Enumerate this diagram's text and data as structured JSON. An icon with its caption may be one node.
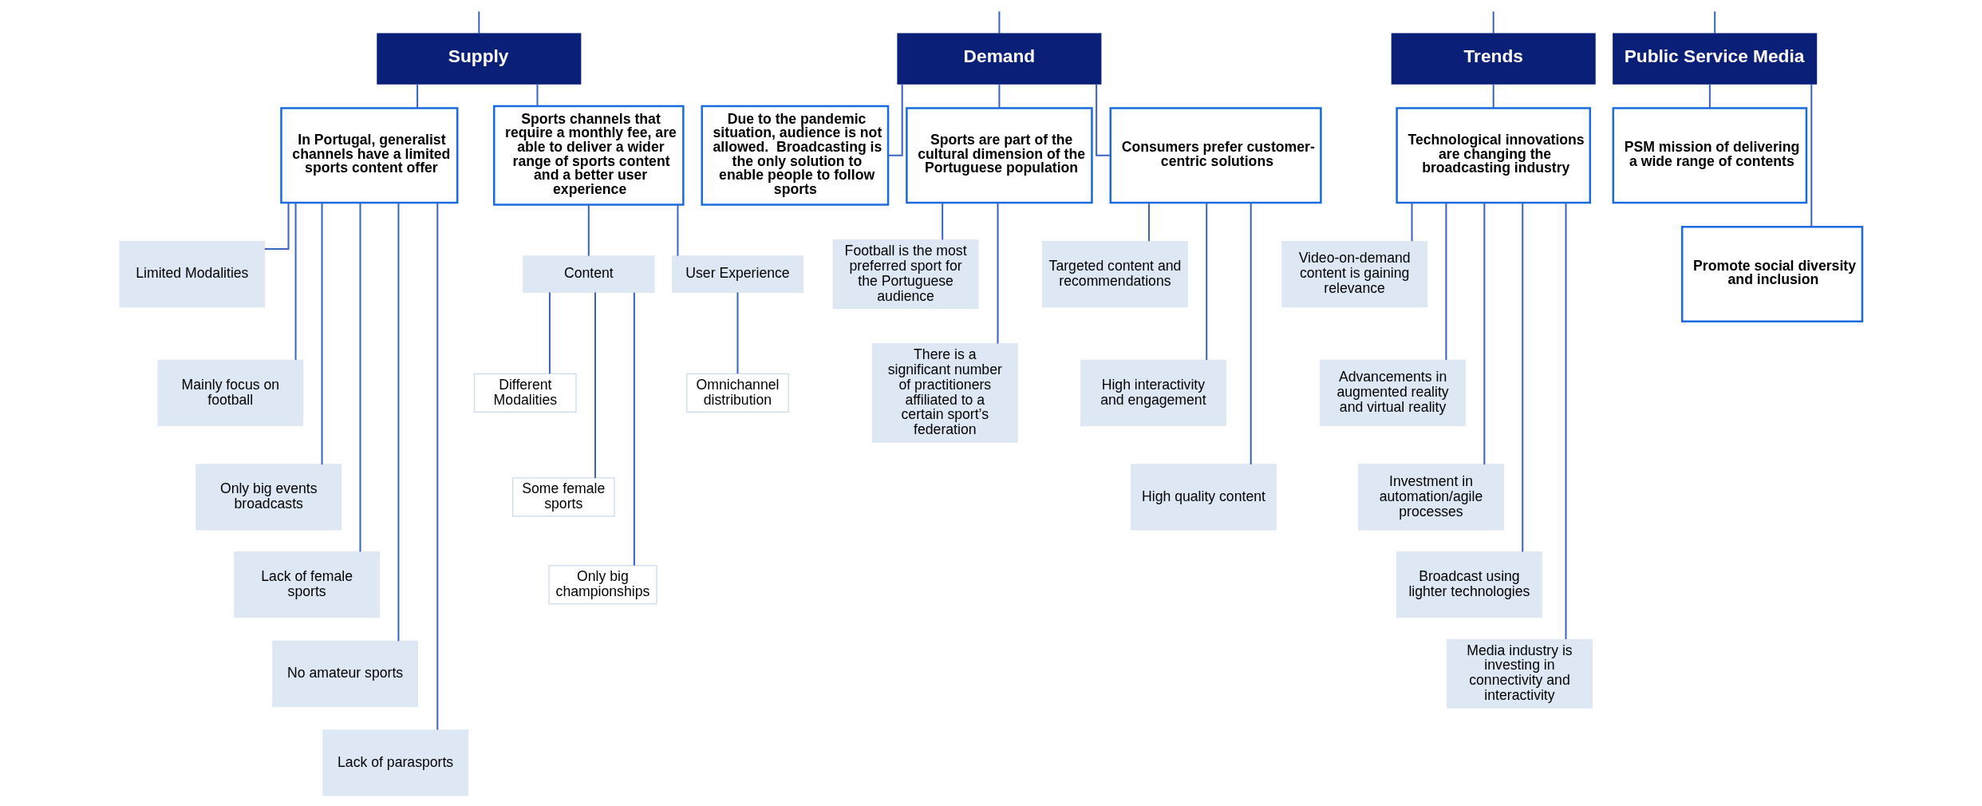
{
  "diagram": {
    "nodes": [
      {
        "text": [
          "Supply"
        ]
      },
      {
        "text": [
          "In Portugal, generalist channels have a limited sports content offer"
        ]
      },
      {
        "text": [
          "Sports channels that require a monthly fee, are able to deliver a wider range of sports content and a better user experience"
        ]
      },
      {
        "text": [
          "Limited Modalities"
        ]
      },
      {
        "text": [
          "Mainly focus on football"
        ]
      },
      {
        "text": [
          "Only big events broadcasts"
        ]
      },
      {
        "text": [
          "Lack of female sports"
        ]
      },
      {
        "text": [
          "No amateur sports"
        ]
      },
      {
        "text": [
          "Lack of parasports"
        ]
      },
      {
        "text": [
          "Content"
        ]
      },
      {
        "text": [
          "User Experience"
        ]
      },
      {
        "text": [
          "Different Modalities"
        ]
      },
      {
        "text": [
          "Some female sports"
        ]
      },
      {
        "text": [
          "Only big championships"
        ]
      },
      {
        "text": [
          "Omnichannel distribution"
        ]
      },
      {
        "text": [
          "Demand"
        ]
      },
      {
        "text": [
          "Due to the pandemic situation, audience is not allowed.  Broadcasting is the only solution to enable people to follow sports"
        ]
      },
      {
        "text": [
          "Sports are part of the cultural dimension of the Portuguese population"
        ]
      },
      {
        "text": [
          "Consumers prefer customer-centric solutions"
        ]
      },
      {
        "text": [
          "Football is the most preferred sport for the Portuguese audience"
        ]
      },
      {
        "text": [
          "There is a significant number of practitioners affiliated to a certain sport’s federation"
        ]
      },
      {
        "text": [
          "Targeted content and recommendations"
        ]
      },
      {
        "text": [
          "High interactivity and engagement"
        ]
      },
      {
        "text": [
          "High quality content"
        ]
      },
      {
        "text": [
          "Trends"
        ]
      },
      {
        "text": [
          "Technological innovations are changing the broadcasting industry"
        ]
      },
      {
        "text": [
          "Video-on-demand content is gaining relevance"
        ]
      },
      {
        "text": [
          "Advancements in augmented reality and virtual reality"
        ]
      },
      {
        "text": [
          "Investment in automation/agile processes"
        ]
      },
      {
        "text": [
          "Broadcast using lighter technologies"
        ]
      },
      {
        "text": [
          "Media industry is investing in connectivity and interactivity"
        ]
      },
      {
        "text": [
          "Public Service Media"
        ]
      },
      {
        "text": [
          "PSM mission of delivering a wide range of contents"
        ]
      },
      {
        "text": [
          "Promote social diversity and inclusion"
        ]
      }
    ],
    "edges": [
      {
        "from": null,
        "to": 0,
        "arrow": "none"
      },
      {
        "from": null,
        "to": 15,
        "arrow": "none"
      },
      {
        "from": null,
        "to": 24,
        "arrow": "none"
      },
      {
        "from": null,
        "to": 31,
        "arrow": "none"
      },
      {
        "from": 0,
        "to": 1,
        "arrow": "none"
      },
      {
        "from": 0,
        "to": 2,
        "arrow": "none"
      },
      {
        "from": 1,
        "to": 3,
        "arrow": "none"
      },
      {
        "from": 1,
        "to": 4,
        "arrow": "none"
      },
      {
        "from": 1,
        "to": 5,
        "arrow": "none"
      },
      {
        "from": 1,
        "to": 6,
        "arrow": "none"
      },
      {
        "from": 1,
        "to": 7,
        "arrow": "none"
      },
      {
        "from": 1,
        "to": 8,
        "arrow": "none"
      },
      {
        "from": 2,
        "to": 9,
        "arrow": "none"
      },
      {
        "from": 2,
        "to": 10,
        "arrow": "none"
      },
      {
        "from": 9,
        "to": 11,
        "arrow": "none"
      },
      {
        "from": 9,
        "to": 12,
        "arrow": "none"
      },
      {
        "from": 9,
        "to": 13,
        "arrow": "none"
      },
      {
        "from": 10,
        "to": 14,
        "arrow": "none"
      },
      {
        "from": 15,
        "to": 16,
        "arrow": "none"
      },
      {
        "from": 15,
        "to": 17,
        "arrow": "none"
      },
      {
        "from": 15,
        "to": 18,
        "arrow": "none"
      },
      {
        "from": 17,
        "to": 19,
        "arrow": "none"
      },
      {
        "from": 17,
        "to": 20,
        "arrow": "none"
      },
      {
        "from": 18,
        "to": 21,
        "arrow": "none"
      },
      {
        "from": 18,
        "to": 22,
        "arrow": "none"
      },
      {
        "from": 18,
        "to": 23,
        "arrow": "none"
      },
      {
        "from": 24,
        "to": 25,
        "arrow": "none"
      },
      {
        "from": 25,
        "to": 26,
        "arrow": "none"
      },
      {
        "from": 25,
        "to": 27,
        "arrow": "none"
      },
      {
        "from": 25,
        "to": 28,
        "arrow": "none"
      },
      {
        "from": 25,
        "to": 29,
        "arrow": "none"
      },
      {
        "from": 25,
        "to": 30,
        "arrow": "none"
      },
      {
        "from": 31,
        "to": 32,
        "arrow": "none"
      },
      {
        "from": 31,
        "to": 33,
        "arrow": "none"
      }
    ]
  }
}
